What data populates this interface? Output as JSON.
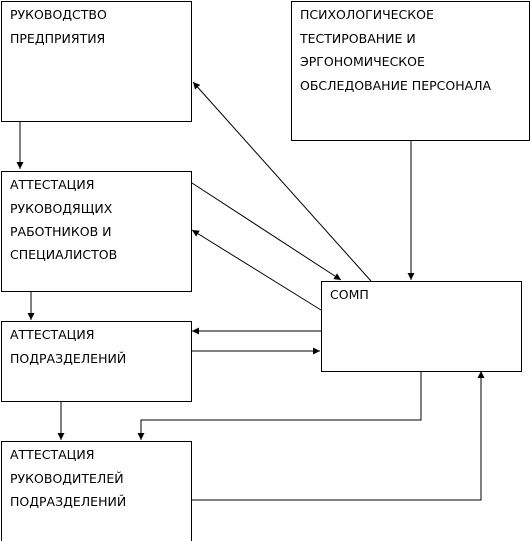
{
  "nodes": {
    "management": {
      "lines": [
        "РУКОВОДСТВО",
        "ПРЕДПРИЯТИЯ"
      ]
    },
    "psych_testing": {
      "lines": [
        "ПСИХОЛОГИЧЕСКОЕ",
        "ТЕСТИРОВАНИЕ И",
        "ЭРГОНОМИЧЕСКОЕ",
        "ОБСЛЕДОВАНИЕ ПЕРСОНАЛА"
      ]
    },
    "attestation_managers": {
      "lines": [
        "АТТЕСТАЦИЯ",
        "РУКОВОДЯЩИХ",
        "РАБОТНИКОВ И",
        "СПЕЦИАЛИСТОВ"
      ]
    },
    "somp": {
      "lines": [
        "СОМП"
      ]
    },
    "attestation_departments": {
      "lines": [
        "АТТЕСТАЦИЯ",
        "ПОДРАЗДЕЛЕНИЙ"
      ]
    },
    "attestation_dept_heads": {
      "lines": [
        "АТТЕСТАЦИЯ",
        "РУКОВОДИТЕЛЕЙ",
        "ПОДРАЗДЕЛЕНИЙ"
      ]
    }
  },
  "edges": [
    {
      "from": "management",
      "to": "attestation_managers"
    },
    {
      "from": "somp",
      "to": "management"
    },
    {
      "from": "psych_testing",
      "to": "somp"
    },
    {
      "from": "attestation_managers",
      "to": "somp"
    },
    {
      "from": "somp",
      "to": "attestation_managers"
    },
    {
      "from": "attestation_managers",
      "to": "attestation_departments"
    },
    {
      "from": "somp",
      "to": "attestation_departments"
    },
    {
      "from": "attestation_departments",
      "to": "somp"
    },
    {
      "from": "attestation_departments",
      "to": "attestation_dept_heads"
    },
    {
      "from": "somp",
      "to": "attestation_dept_heads"
    },
    {
      "from": "attestation_dept_heads",
      "to": "somp"
    }
  ]
}
